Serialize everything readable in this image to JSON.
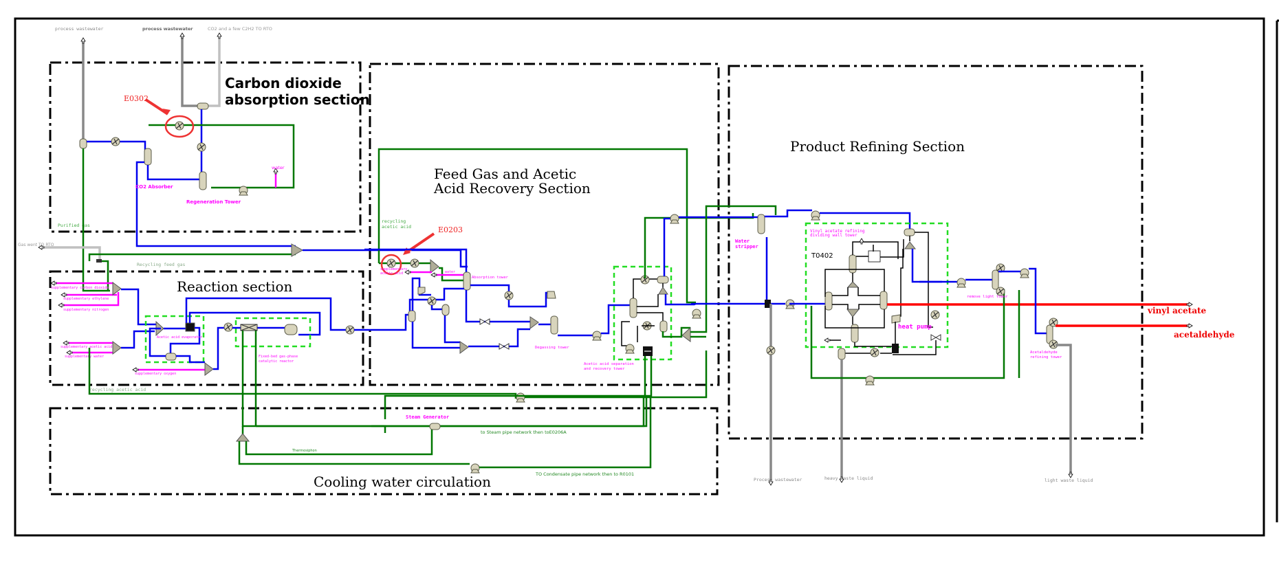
{
  "diagram": {
    "type": "process-flow-diagram",
    "colors": {
      "process_stream": "#0000ee",
      "utility_stream": "#007700",
      "feed_stream": "#ff00ff",
      "product_stream": "#ff0000",
      "waste_stream": "#888888",
      "vent_stream": "#c0c0c0",
      "highlight": "#ee2222",
      "subunit_box": "#22dd22"
    },
    "sections": {
      "co2_absorption": {
        "title_line1": "Carbon dioxide",
        "title_line2": "absorption section"
      },
      "reaction": {
        "title": "Reaction section"
      },
      "feed_gas_recovery": {
        "title_line1": "Feed Gas and Acetic",
        "title_line2": "Acid Recovery Section"
      },
      "product_refining": {
        "title": "Product Refining Section"
      },
      "cooling_water": {
        "title": "Cooling water circulation"
      }
    },
    "top_streams": {
      "process_wastewater_1": "process wastewater",
      "process_wastewater_2": "process wastewater",
      "co2_to_rto": "CO2 and a few C2H2 TO RTO"
    },
    "co2_section": {
      "absorber_label": "CO2 Absorber",
      "regeneration_label": "Regeneration Tower",
      "water_label": "water",
      "purified_gas_label": "Purified gas",
      "highlight_tag": "E0302"
    },
    "left_streams": {
      "gas_vent": "Gas went TO RTO",
      "recycling_feed_gas": "Recycling feed gas",
      "supplementary_1": "supplementary carbon dioxide",
      "supplementary_2": "supplementary ethylene",
      "supplementary_3": "supplementary nitrogen",
      "supplementary_4": "supplementary acetic acid",
      "supplementary_5": "supplementary water",
      "supplementary_6": "supplementary oxygen",
      "recycling_acetic_acid": "recycling acetic acid"
    },
    "reaction_section": {
      "evaporator_label": "Acetic acid evaporator",
      "reactor_label_line1": "Fixed-bed gas-phase",
      "reactor_label_line2": "catalytic reactor"
    },
    "recovery_section": {
      "recycling_acid_line1": "recycling",
      "recycling_acid_line2": "acetic acid",
      "supplementary_acid_line1": "supplementary",
      "supplementary_acid_line2": "acetic acid",
      "water_label": "water",
      "absorption_tower": "Absorption tower",
      "degassing_tower": "Degassing tower",
      "separation_line1": "Acetic acid separation",
      "separation_line2": "and recovery tower",
      "highlight_tag": "E0203"
    },
    "refining_section": {
      "water_stripper_line1": "Water",
      "water_stripper_line2": "stripper",
      "dwc_line1": "Vinyl acetate refining",
      "dwc_line2": "dividing wall tower",
      "dwc_tag": "T0402",
      "heat_pump": "heat pump",
      "light_tower": "remove light tower",
      "acetaldehyde_tower_line1": "Acetaldehyde",
      "acetaldehyde_tower_line2": "refining tower",
      "product_vinyl_acetate": "vinyl acetate",
      "product_acetaldehyde": "acetaldehyde"
    },
    "bottom_streams": {
      "process_wastewater": "Process wastewater",
      "heavy_waste": "heavy waste liquid",
      "light_waste": "light waste liquid"
    },
    "cooling_section": {
      "steam_generator": "Steam Generator",
      "thermosiphon": "Thermosiphon",
      "to_steam": "to Steam pipe network then toE0206A",
      "to_condensate": "TO Condensate pipe network then to R0101"
    }
  }
}
